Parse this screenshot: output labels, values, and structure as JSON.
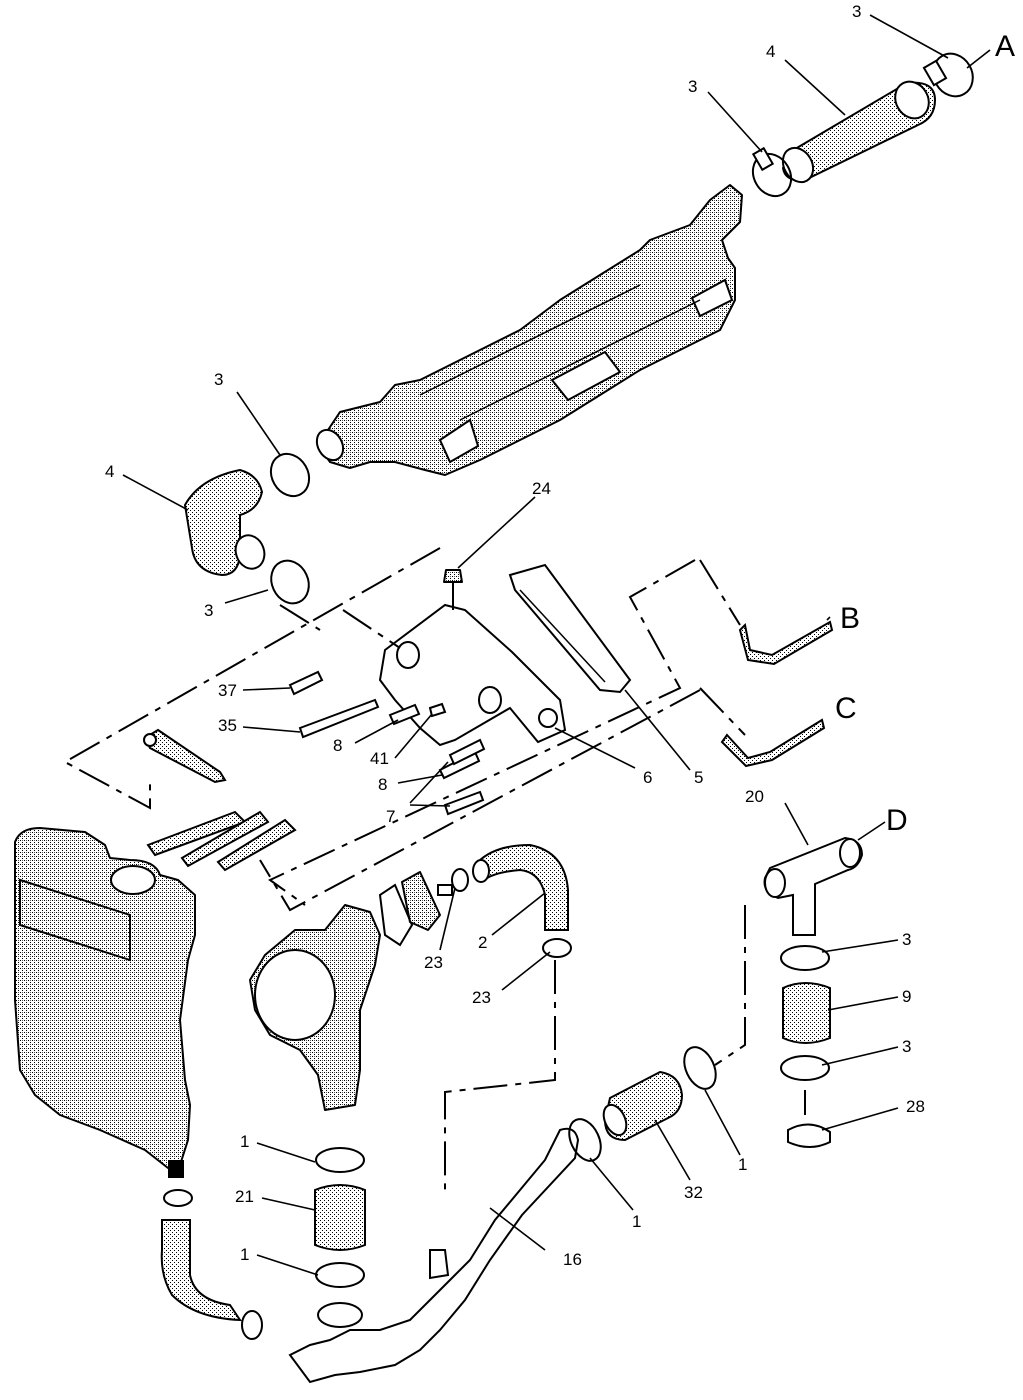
{
  "callouts": {
    "c3_top": "3",
    "c4_top": "4",
    "c3_b": "3",
    "c3_c": "3",
    "c4_left": "4",
    "c3_d": "3",
    "c24": "24",
    "c37": "37",
    "c35": "35",
    "c8_a": "8",
    "c41": "41",
    "c8_b": "8",
    "c7": "7",
    "c6": "6",
    "c5": "5",
    "c20": "20",
    "c3_e": "3",
    "c9": "9",
    "c3_f": "3",
    "c28": "28",
    "c2": "2",
    "c23_a": "23",
    "c23_b": "23",
    "c1_a": "1",
    "c21": "21",
    "c1_b": "1",
    "c16": "16",
    "c1_c": "1",
    "c32": "32",
    "c1_d": "1"
  },
  "connectors": {
    "A": "A",
    "B": "B",
    "C": "C",
    "D": "D"
  }
}
